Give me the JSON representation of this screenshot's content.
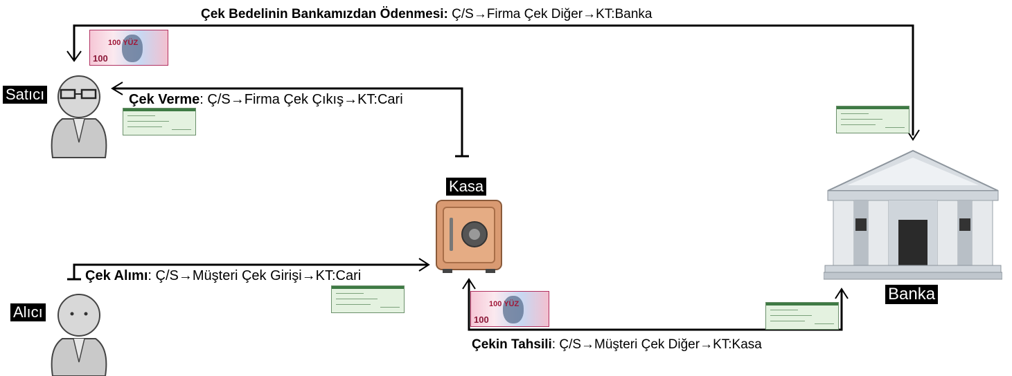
{
  "entities": {
    "satici": "Satıcı",
    "alici": "Alıcı",
    "kasa": "Kasa",
    "banka": "Banka"
  },
  "flows": {
    "bank_payment": {
      "title": "Çek Bedelinin Bankamızdan Ödenmesi:",
      "detail": " Ç/S→Firma Çek Diğer→KT:Banka"
    },
    "check_issue": {
      "title": "Çek Verme",
      "detail": ": Ç/S→Firma Çek Çıkış→KT:Cari"
    },
    "check_receive": {
      "title": "Çek Alımı",
      "detail": ": Ç/S→Müşteri Çek Girişi→KT:Cari"
    },
    "collection": {
      "title": "Çekin Tahsili",
      "detail": ": Ç/S→Müşteri Çek Diğer→KT:Kasa"
    }
  },
  "banknote": {
    "value": "100",
    "center_text": "100 YÜZ"
  },
  "colors": {
    "line": "#000000",
    "label_bg": "#000000",
    "label_fg": "#ffffff",
    "safe": "#d99a72",
    "bank": "#d8dde2"
  }
}
